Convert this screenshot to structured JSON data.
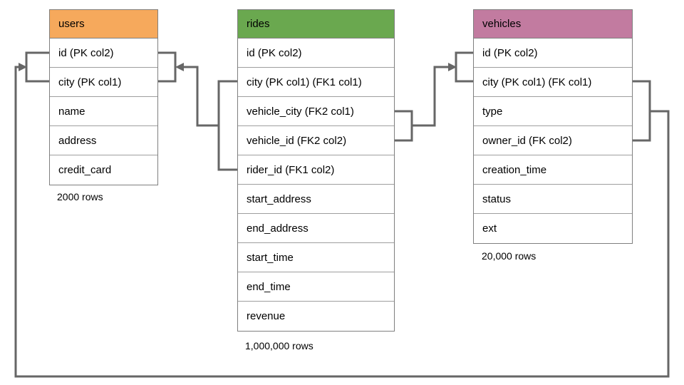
{
  "diagram": {
    "tables": [
      {
        "name": "users",
        "header_color": "#F6A95C",
        "columns": [
          "id (PK col2)",
          "city (PK col1)",
          "name",
          "address",
          "credit_card"
        ],
        "row_count": "2000 rows"
      },
      {
        "name": "rides",
        "header_color": "#6AA84F",
        "columns": [
          "id (PK col2)",
          "city (PK col1) (FK1 col1)",
          "vehicle_city (FK2 col1)",
          "vehicle_id (FK2 col2)",
          "rider_id (FK1 col2)",
          "start_address",
          "end_address",
          "start_time",
          "end_time",
          "revenue"
        ],
        "row_count": "1,000,000 rows"
      },
      {
        "name": "vehicles",
        "header_color": "#C27BA0",
        "columns": [
          "id (PK col2)",
          "city (PK col1) (FK col1)",
          "type",
          "owner_id (FK col2)",
          "creation_time",
          "status",
          "ext"
        ],
        "row_count": "20,000 rows"
      }
    ],
    "relationships": [
      {
        "from": "rides (city, rider_id)",
        "to": "users (id, city)",
        "key": "FK1"
      },
      {
        "from": "rides (vehicle_city, vehicle_id)",
        "to": "vehicles (id, city)",
        "key": "FK2"
      },
      {
        "from": "vehicles (city, owner_id)",
        "to": "users (id, city)",
        "key": "FK"
      }
    ]
  }
}
